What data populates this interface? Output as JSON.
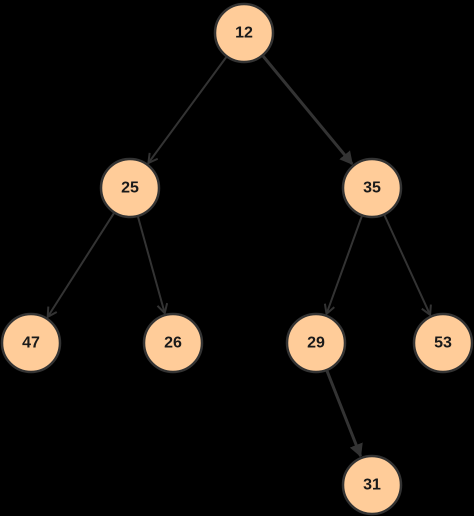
{
  "colors": {
    "background": "#000000",
    "node_fill": "#ffcc99",
    "node_stroke": "#333333",
    "edge": "#333333",
    "label": "#1a1a1a"
  },
  "nodes": [
    {
      "id": "n12",
      "label": "12"
    },
    {
      "id": "n25",
      "label": "25"
    },
    {
      "id": "n35",
      "label": "35"
    },
    {
      "id": "n47",
      "label": "47"
    },
    {
      "id": "n26",
      "label": "26"
    },
    {
      "id": "n29",
      "label": "29"
    },
    {
      "id": "n53",
      "label": "53"
    },
    {
      "id": "n31",
      "label": "31"
    }
  ],
  "edges": [
    {
      "from": "12",
      "to": "25",
      "arrow": "open",
      "emphasis": false
    },
    {
      "from": "12",
      "to": "35",
      "arrow": "filled",
      "emphasis": true
    },
    {
      "from": "25",
      "to": "47",
      "arrow": "open",
      "emphasis": false
    },
    {
      "from": "25",
      "to": "26",
      "arrow": "open",
      "emphasis": false
    },
    {
      "from": "35",
      "to": "29",
      "arrow": "open",
      "emphasis": false
    },
    {
      "from": "35",
      "to": "53",
      "arrow": "open",
      "emphasis": false
    },
    {
      "from": "29",
      "to": "31",
      "arrow": "filled",
      "emphasis": true
    }
  ]
}
